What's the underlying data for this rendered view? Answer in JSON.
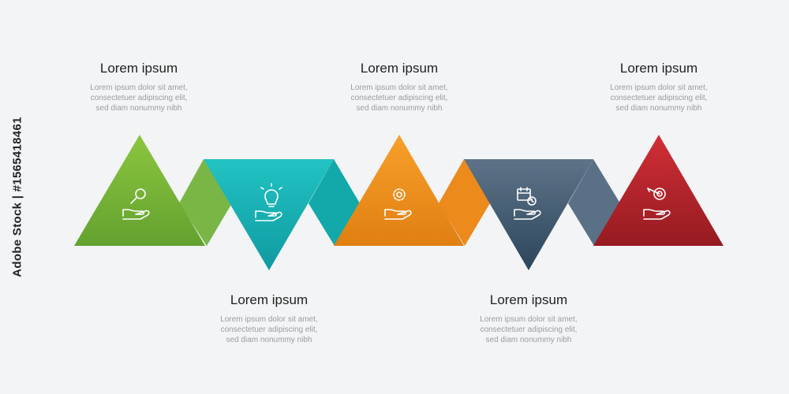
{
  "steps": [
    {
      "id": "step-1",
      "title": "Lorem ipsum",
      "lines": [
        "Lorem ipsum dolor sit amet,",
        "consectetuer adipiscing elit,",
        "sed diam nonummy nibh"
      ],
      "color": "#7cb441",
      "color_dark": "#5e9c2c",
      "icon": "magnifier-hand-icon",
      "orientation": "up",
      "caption_position": "top"
    },
    {
      "id": "step-2",
      "title": "Lorem ipsum",
      "lines": [
        "Lorem ipsum dolor sit amet,",
        "consectetuer adipiscing elit,",
        "sed diam nonummy nibh"
      ],
      "color": "#19b8b8",
      "color_dark": "#0e9a9e",
      "icon": "lightbulb-hand-icon",
      "orientation": "down",
      "caption_position": "bottom"
    },
    {
      "id": "step-3",
      "title": "Lorem ipsum",
      "lines": [
        "Lorem ipsum dolor sit amet,",
        "consectetuer adipiscing elit,",
        "sed diam nonummy nibh"
      ],
      "color": "#f3921e",
      "color_dark": "#d97b14",
      "icon": "gear-hand-icon",
      "orientation": "up",
      "caption_position": "top"
    },
    {
      "id": "step-4",
      "title": "Lorem ipsum",
      "lines": [
        "Lorem ipsum dolor sit amet,",
        "consectetuer adipiscing elit,",
        "sed diam nonummy nibh"
      ],
      "color": "#4d6379",
      "color_dark": "#2f4a60",
      "icon": "calendar-hand-icon",
      "orientation": "down",
      "caption_position": "bottom"
    },
    {
      "id": "step-5",
      "title": "Lorem ipsum",
      "lines": [
        "Lorem ipsum dolor sit amet,",
        "consectetuer adipiscing elit,",
        "sed diam nonummy nibh"
      ],
      "color": "#c0262d",
      "color_dark": "#9c1d23",
      "icon": "target-hand-icon",
      "orientation": "up",
      "caption_position": "top"
    }
  ],
  "watermark": "Adobe Stock | #1565418461"
}
